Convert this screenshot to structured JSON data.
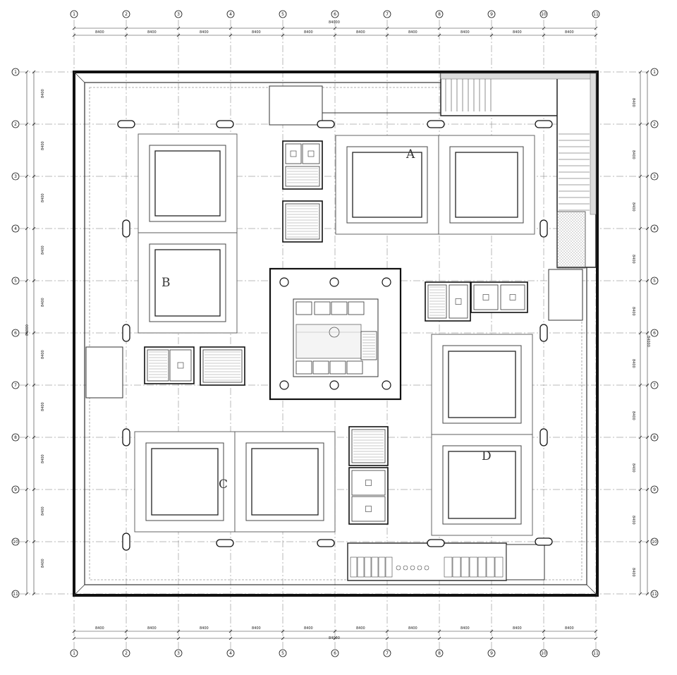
{
  "plan": {
    "zone_labels": [
      "A",
      "B",
      "C",
      "D"
    ],
    "bay_dimension": "8400",
    "overall_dimension": "84000",
    "grid_column_labels": [
      "1",
      "2",
      "3",
      "4",
      "5",
      "6",
      "7",
      "8",
      "9",
      "10",
      "11"
    ],
    "grid_row_labels": [
      "1",
      "2",
      "3",
      "4",
      "5",
      "6",
      "7",
      "8",
      "9",
      "10",
      "11"
    ]
  }
}
